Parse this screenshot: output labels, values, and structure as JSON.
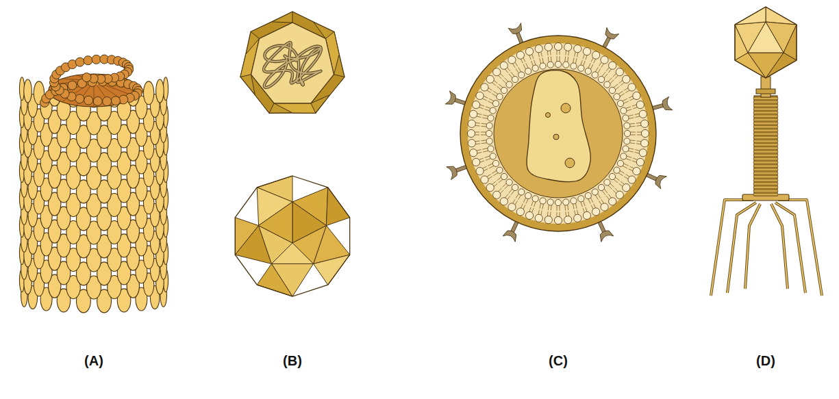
{
  "diagram": {
    "labels": [
      "(A)",
      "(B)",
      "(C)",
      "(D)"
    ]
  }
}
